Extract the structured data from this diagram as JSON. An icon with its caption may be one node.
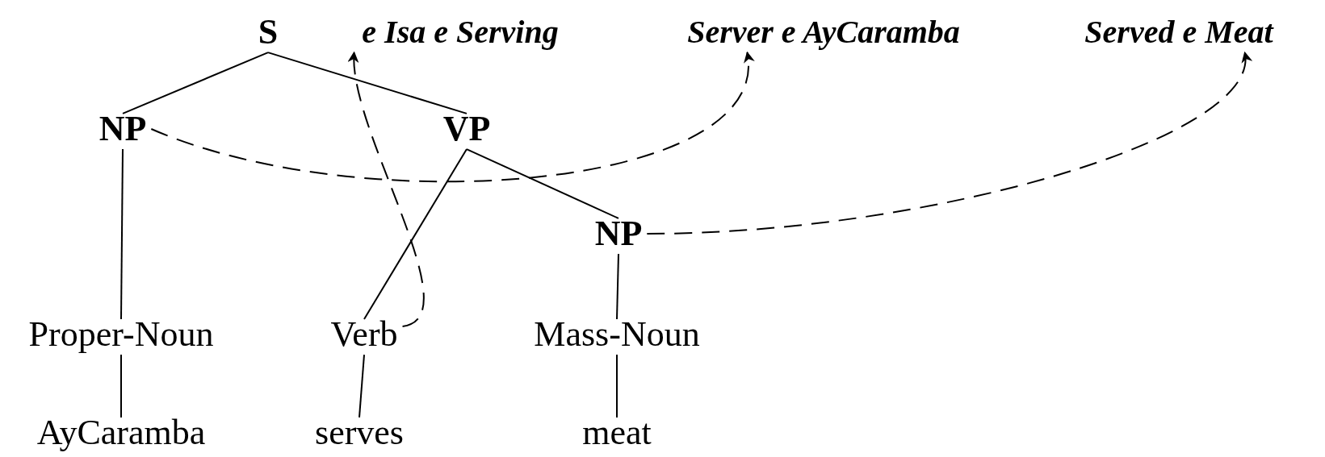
{
  "diagram": {
    "nodes": [
      {
        "text": [
          "S"
        ]
      },
      {
        "text": [
          "e Isa e Serving"
        ]
      },
      {
        "text": [
          "Server e AyCaramba"
        ]
      },
      {
        "text": [
          "Served e Meat"
        ]
      },
      {
        "text": [
          "NP"
        ]
      },
      {
        "text": [
          "VP"
        ]
      },
      {
        "text": [
          "NP"
        ]
      },
      {
        "text": [
          "Proper-Noun"
        ]
      },
      {
        "text": [
          "Verb"
        ]
      },
      {
        "text": [
          "Mass-Noun"
        ]
      },
      {
        "text": [
          "AyCaramba"
        ]
      },
      {
        "text": [
          "serves"
        ]
      },
      {
        "text": [
          "meat"
        ]
      }
    ],
    "edges": [
      {
        "from": 0,
        "to": 4,
        "arrow": "none"
      },
      {
        "from": 0,
        "to": 5,
        "arrow": "none"
      },
      {
        "from": 4,
        "to": 7,
        "arrow": "none"
      },
      {
        "from": 5,
        "to": 8,
        "arrow": "none"
      },
      {
        "from": 5,
        "to": 6,
        "arrow": "none"
      },
      {
        "from": 6,
        "to": 9,
        "arrow": "none"
      },
      {
        "from": 7,
        "to": 10,
        "arrow": "none"
      },
      {
        "from": 8,
        "to": 11,
        "arrow": "none"
      },
      {
        "from": 9,
        "to": 12,
        "arrow": "none"
      },
      {
        "from": 8,
        "to": 1,
        "arrow": "to",
        "style": "dashed"
      },
      {
        "from": 4,
        "to": 2,
        "arrow": "to",
        "style": "dashed"
      },
      {
        "from": 6,
        "to": 3,
        "arrow": "to",
        "style": "dashed"
      }
    ]
  }
}
